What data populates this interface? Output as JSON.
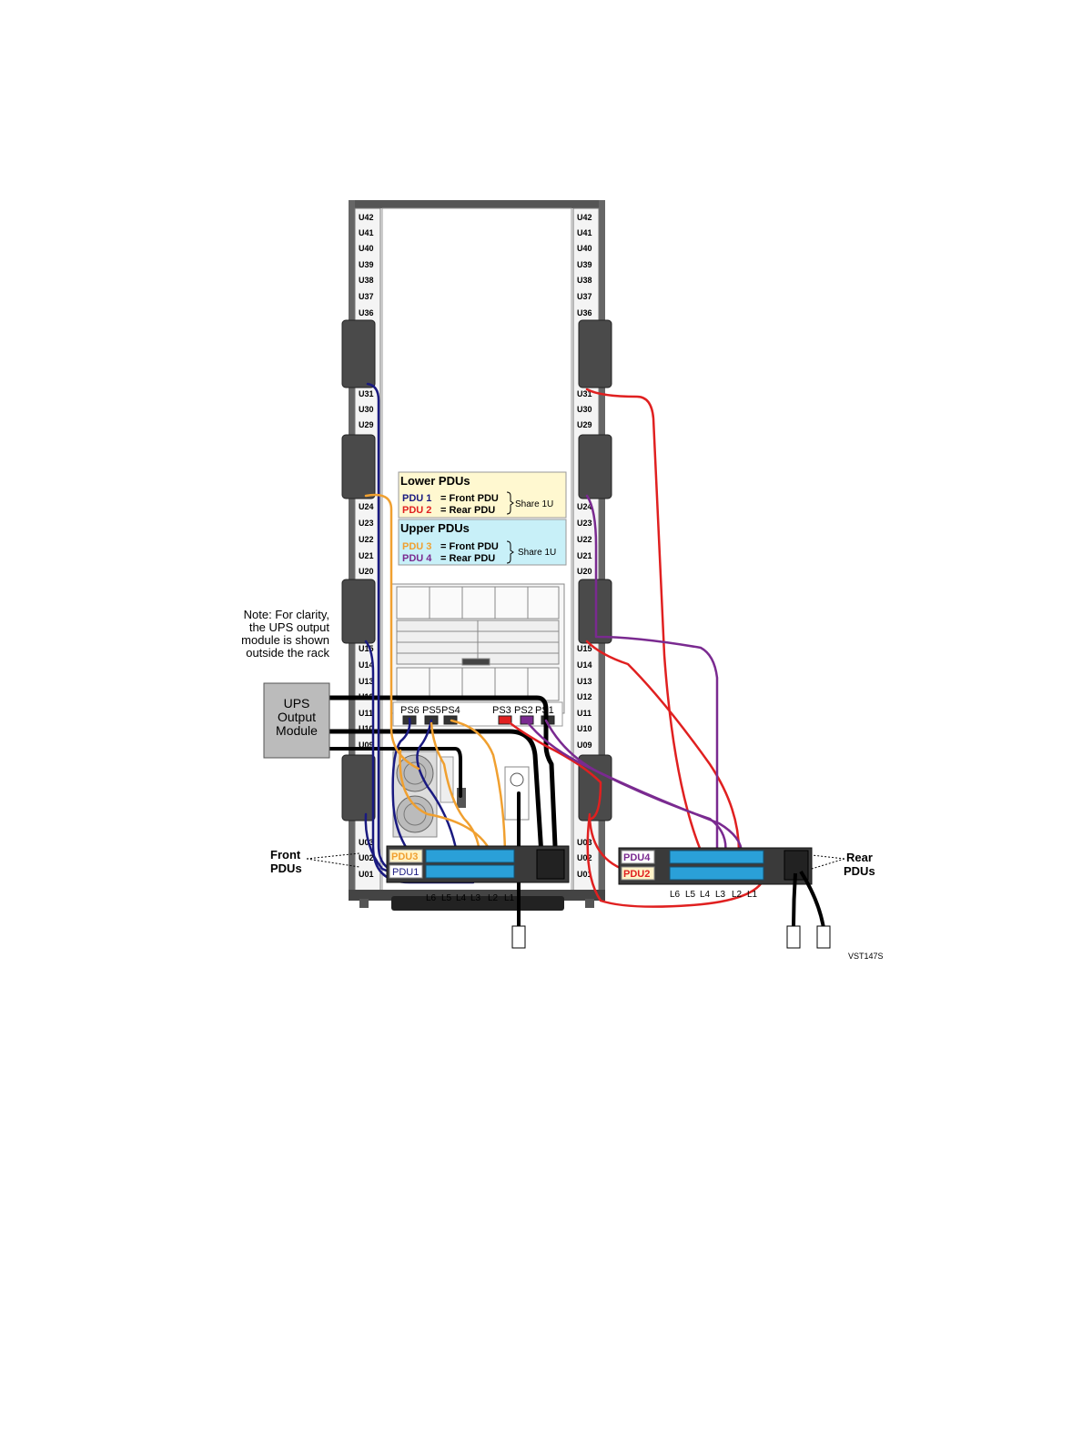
{
  "units_left": [
    "U42",
    "U41",
    "U40",
    "U39",
    "U38",
    "U37",
    "U36",
    "U31",
    "U30",
    "U29",
    "U24",
    "U23",
    "U22",
    "U21",
    "U20",
    "U15",
    "U14",
    "U13",
    "U12",
    "U11",
    "U10",
    "U09",
    "U03",
    "U02",
    "U01"
  ],
  "units_right": [
    "U42",
    "U41",
    "U40",
    "U39",
    "U38",
    "U37",
    "U36",
    "U31",
    "U30",
    "U29",
    "U24",
    "U23",
    "U22",
    "U21",
    "U20",
    "U15",
    "U14",
    "U13",
    "U12",
    "U11",
    "U10",
    "U09",
    "U03",
    "U02",
    "U01"
  ],
  "legend": {
    "lower_title": "Lower PDUs",
    "pdu1_name": "PDU 1",
    "pdu1_desc": "= Front PDU",
    "pdu2_name": "PDU 2",
    "pdu2_desc": "= Rear PDU",
    "lower_share": "Share 1U",
    "upper_title": "Upper PDUs",
    "pdu3_name": "PDU 3",
    "pdu3_desc": "= Front PDU",
    "pdu4_name": "PDU 4",
    "pdu4_desc": "= Rear PDU",
    "upper_share": "Share 1U"
  },
  "note_lines": [
    "Note: For clarity,",
    "the  UPS output",
    "module is shown",
    "outside the rack"
  ],
  "ups_lines": [
    "UPS",
    "Output",
    "Module"
  ],
  "power_supplies": [
    "PS6",
    "PS5",
    "PS4",
    "PS3",
    "PS2",
    "PS1"
  ],
  "front_pdus": {
    "pdu3": "PDU3",
    "pdu1": "PDU1",
    "label_line1": "Front",
    "label_line2": "PDUs"
  },
  "rear_pdus": {
    "pdu4": "PDU4",
    "pdu2": "PDU2",
    "label_line1": "Rear",
    "label_line2": "PDUs"
  },
  "load_labels": [
    "L6",
    "L5",
    "L4",
    "L3",
    "L2",
    "L1"
  ],
  "figure_id": "VST147S",
  "colors": {
    "pdu1": "#1a1a80",
    "pdu2": "#e02020",
    "pdu3": "#f0a030",
    "pdu4": "#7a2a90",
    "ups_cable": "#000000",
    "legend_lower_bg": "#fff8d0",
    "legend_upper_bg": "#c8f0f8",
    "outlet": "#2aa0d8"
  }
}
